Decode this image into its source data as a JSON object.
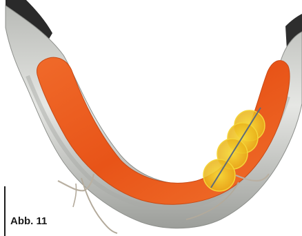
{
  "figure": {
    "caption": "Abb. 11",
    "subject": "jaw-model-render",
    "colors": {
      "background": "#ffffff",
      "bone": "#d4d6d2",
      "ridge": "#ec5a1f",
      "implant_zone": "#f3c31b",
      "implant_axis": "#5e6b7a"
    },
    "implant_positions_count": 4
  }
}
